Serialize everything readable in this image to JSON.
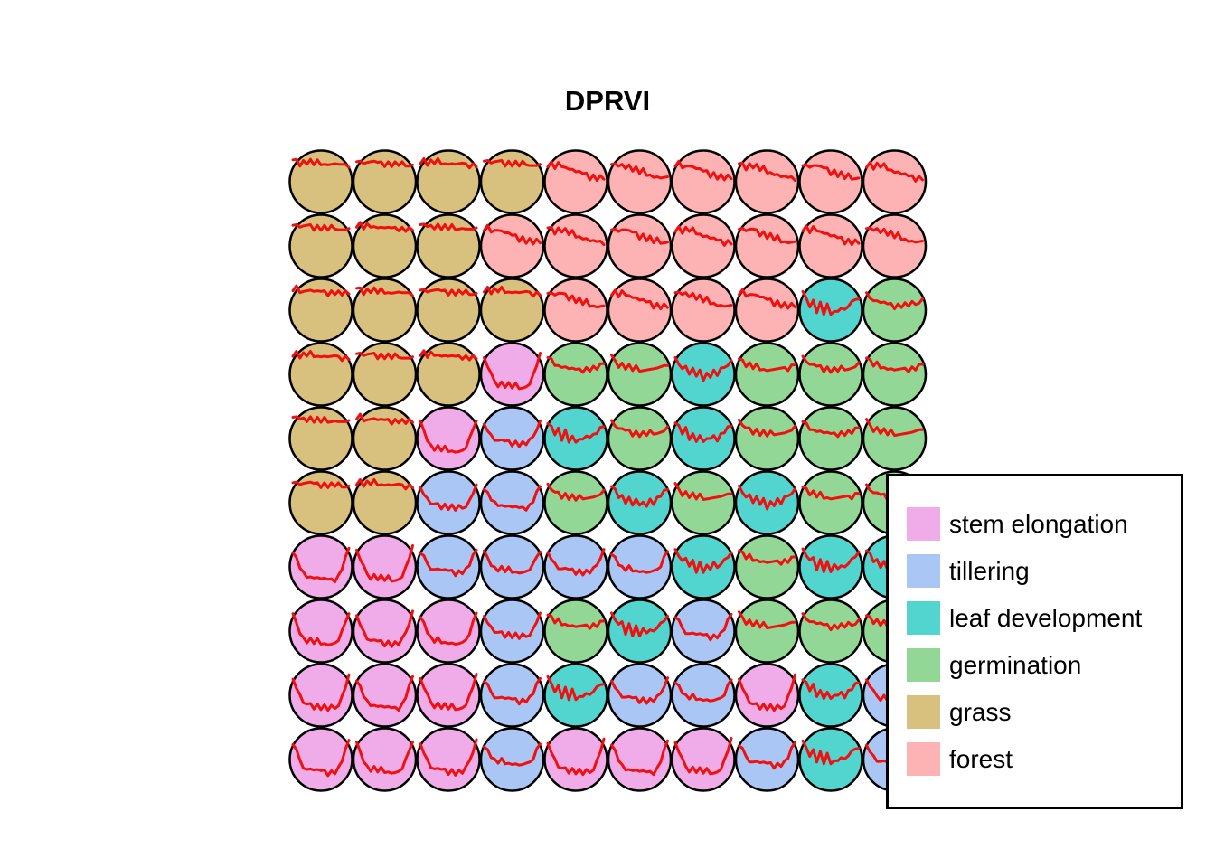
{
  "title": "DPRVI",
  "legend": {
    "items": [
      {
        "key": "stem",
        "label": "stem elongation",
        "color": "#EFACE8"
      },
      {
        "key": "till",
        "label": "tillering",
        "color": "#A9C6F5"
      },
      {
        "key": "leaf",
        "label": "leaf development",
        "color": "#52D5CE"
      },
      {
        "key": "germ",
        "label": "germination",
        "color": "#92D795"
      },
      {
        "key": "grass",
        "label": "grass",
        "color": "#D8C17E"
      },
      {
        "key": "forest",
        "label": "forest",
        "color": "#FDB2B4"
      }
    ]
  },
  "chart_data": {
    "type": "heatmap",
    "subtype": "som-grid-with-line-series",
    "title": "DPRVI",
    "grid_rows": 10,
    "grid_cols": 10,
    "legend_position": "bottom-right",
    "circle_stroke": "#000000",
    "series_color": "#F01010",
    "jitter": 0.01,
    "class_colors": {
      "stem": "#EFACE8",
      "till": "#A9C6F5",
      "leaf": "#52D5CE",
      "germ": "#92D795",
      "grass": "#D8C17E",
      "forest": "#FDB2B4"
    },
    "cell_classes": [
      [
        "grass",
        "grass",
        "grass",
        "grass",
        "forest",
        "forest",
        "forest",
        "forest",
        "forest",
        "forest"
      ],
      [
        "grass",
        "grass",
        "grass",
        "forest",
        "forest",
        "forest",
        "forest",
        "forest",
        "forest",
        "forest"
      ],
      [
        "grass",
        "grass",
        "grass",
        "grass",
        "forest",
        "forest",
        "forest",
        "forest",
        "leaf",
        "germ"
      ],
      [
        "grass",
        "grass",
        "grass",
        "stem",
        "germ",
        "germ",
        "leaf",
        "germ",
        "germ",
        "germ"
      ],
      [
        "grass",
        "grass",
        "stem",
        "till",
        "leaf",
        "germ",
        "leaf",
        "germ",
        "germ",
        "germ"
      ],
      [
        "grass",
        "grass",
        "till",
        "till",
        "germ",
        "leaf",
        "germ",
        "leaf",
        "germ",
        "germ"
      ],
      [
        "stem",
        "stem",
        "till",
        "till",
        "till",
        "till",
        "leaf",
        "germ",
        "leaf",
        "leaf"
      ],
      [
        "stem",
        "stem",
        "stem",
        "till",
        "germ",
        "leaf",
        "till",
        "germ",
        "germ",
        "germ"
      ],
      [
        "stem",
        "stem",
        "stem",
        "till",
        "leaf",
        "till",
        "till",
        "stem",
        "leaf",
        "till"
      ],
      [
        "stem",
        "stem",
        "stem",
        "till",
        "stem",
        "stem",
        "stem",
        "till",
        "leaf",
        "till"
      ]
    ],
    "class_series": {
      "grass": [
        0.18,
        0.14,
        0.22,
        0.17,
        0.2,
        0.16,
        0.22,
        0.18,
        0.23,
        0.19,
        0.24,
        0.2,
        0.23,
        0.21,
        0.25,
        0.22,
        0.24
      ],
      "forest": [
        0.24,
        0.2,
        0.28,
        0.22,
        0.26,
        0.24,
        0.31,
        0.28,
        0.36,
        0.32,
        0.4,
        0.36,
        0.44,
        0.4,
        0.46,
        0.42,
        0.45
      ],
      "germ": [
        0.22,
        0.28,
        0.36,
        0.33,
        0.4,
        0.36,
        0.43,
        0.39,
        0.45,
        0.41,
        0.44,
        0.4,
        0.43,
        0.39,
        0.41,
        0.36,
        0.33
      ],
      "leaf": [
        0.23,
        0.31,
        0.42,
        0.35,
        0.52,
        0.39,
        0.56,
        0.43,
        0.57,
        0.49,
        0.53,
        0.45,
        0.51,
        0.43,
        0.39,
        0.33,
        0.29
      ],
      "till": [
        0.27,
        0.35,
        0.45,
        0.51,
        0.55,
        0.51,
        0.57,
        0.53,
        0.59,
        0.55,
        0.61,
        0.57,
        0.59,
        0.54,
        0.47,
        0.34,
        0.23
      ],
      "stem": [
        0.25,
        0.37,
        0.51,
        0.61,
        0.67,
        0.63,
        0.69,
        0.65,
        0.71,
        0.67,
        0.73,
        0.69,
        0.71,
        0.64,
        0.52,
        0.36,
        0.19
      ]
    }
  }
}
